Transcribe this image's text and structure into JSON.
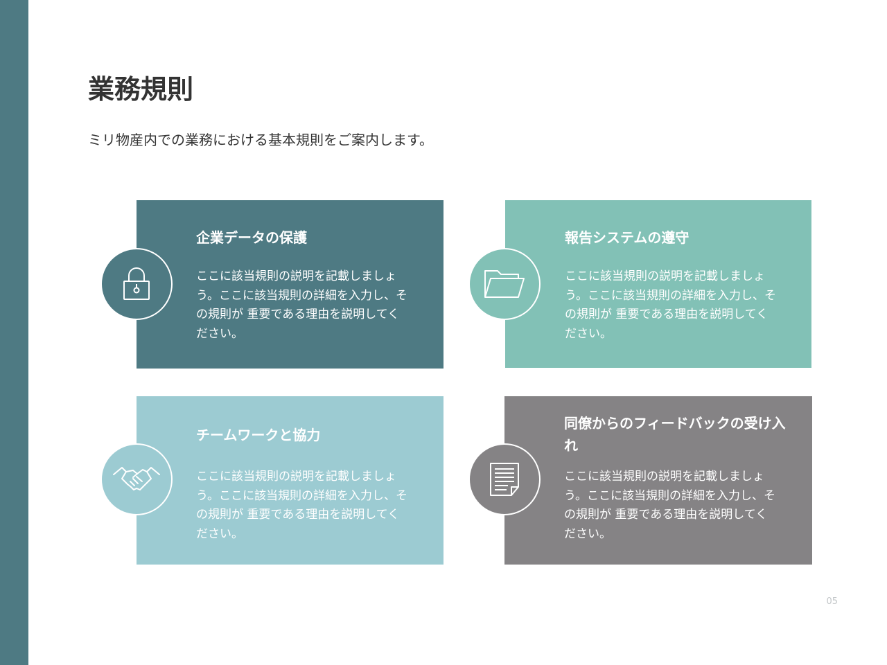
{
  "slide": {
    "title": "業務規則",
    "subtitle": "ミリ物産内での業務における基本規則をご案内します。",
    "page_number": "05"
  },
  "cards": [
    {
      "title": "企業データの保護",
      "description": "ここに該当規則の説明を記載しましょう。ここに該当規則の詳細を入力し、その規則が 重要である理由を説明してください。",
      "icon": "padlock-icon",
      "color": "#4e7a83"
    },
    {
      "title": "報告システムの遵守",
      "description": "ここに該当規則の説明を記載しましょう。ここに該当規則の詳細を入力し、その規則が 重要である理由を説明してください。",
      "icon": "folder-icon",
      "color": "#82c1b6"
    },
    {
      "title": "チームワークと協力",
      "description": "ここに該当規則の説明を記載しましょう。ここに該当規則の詳細を入力し、その規則が 重要である理由を説明してください。",
      "icon": "handshake-icon",
      "color": "#9ccbd2"
    },
    {
      "title": "同僚からのフィードバックの受け入れ",
      "description": "ここに該当規則の説明を記載しましょう。ここに該当規則の詳細を入力し、その規則が 重要である理由を説明してください。",
      "icon": "document-icon",
      "color": "#858385"
    }
  ]
}
